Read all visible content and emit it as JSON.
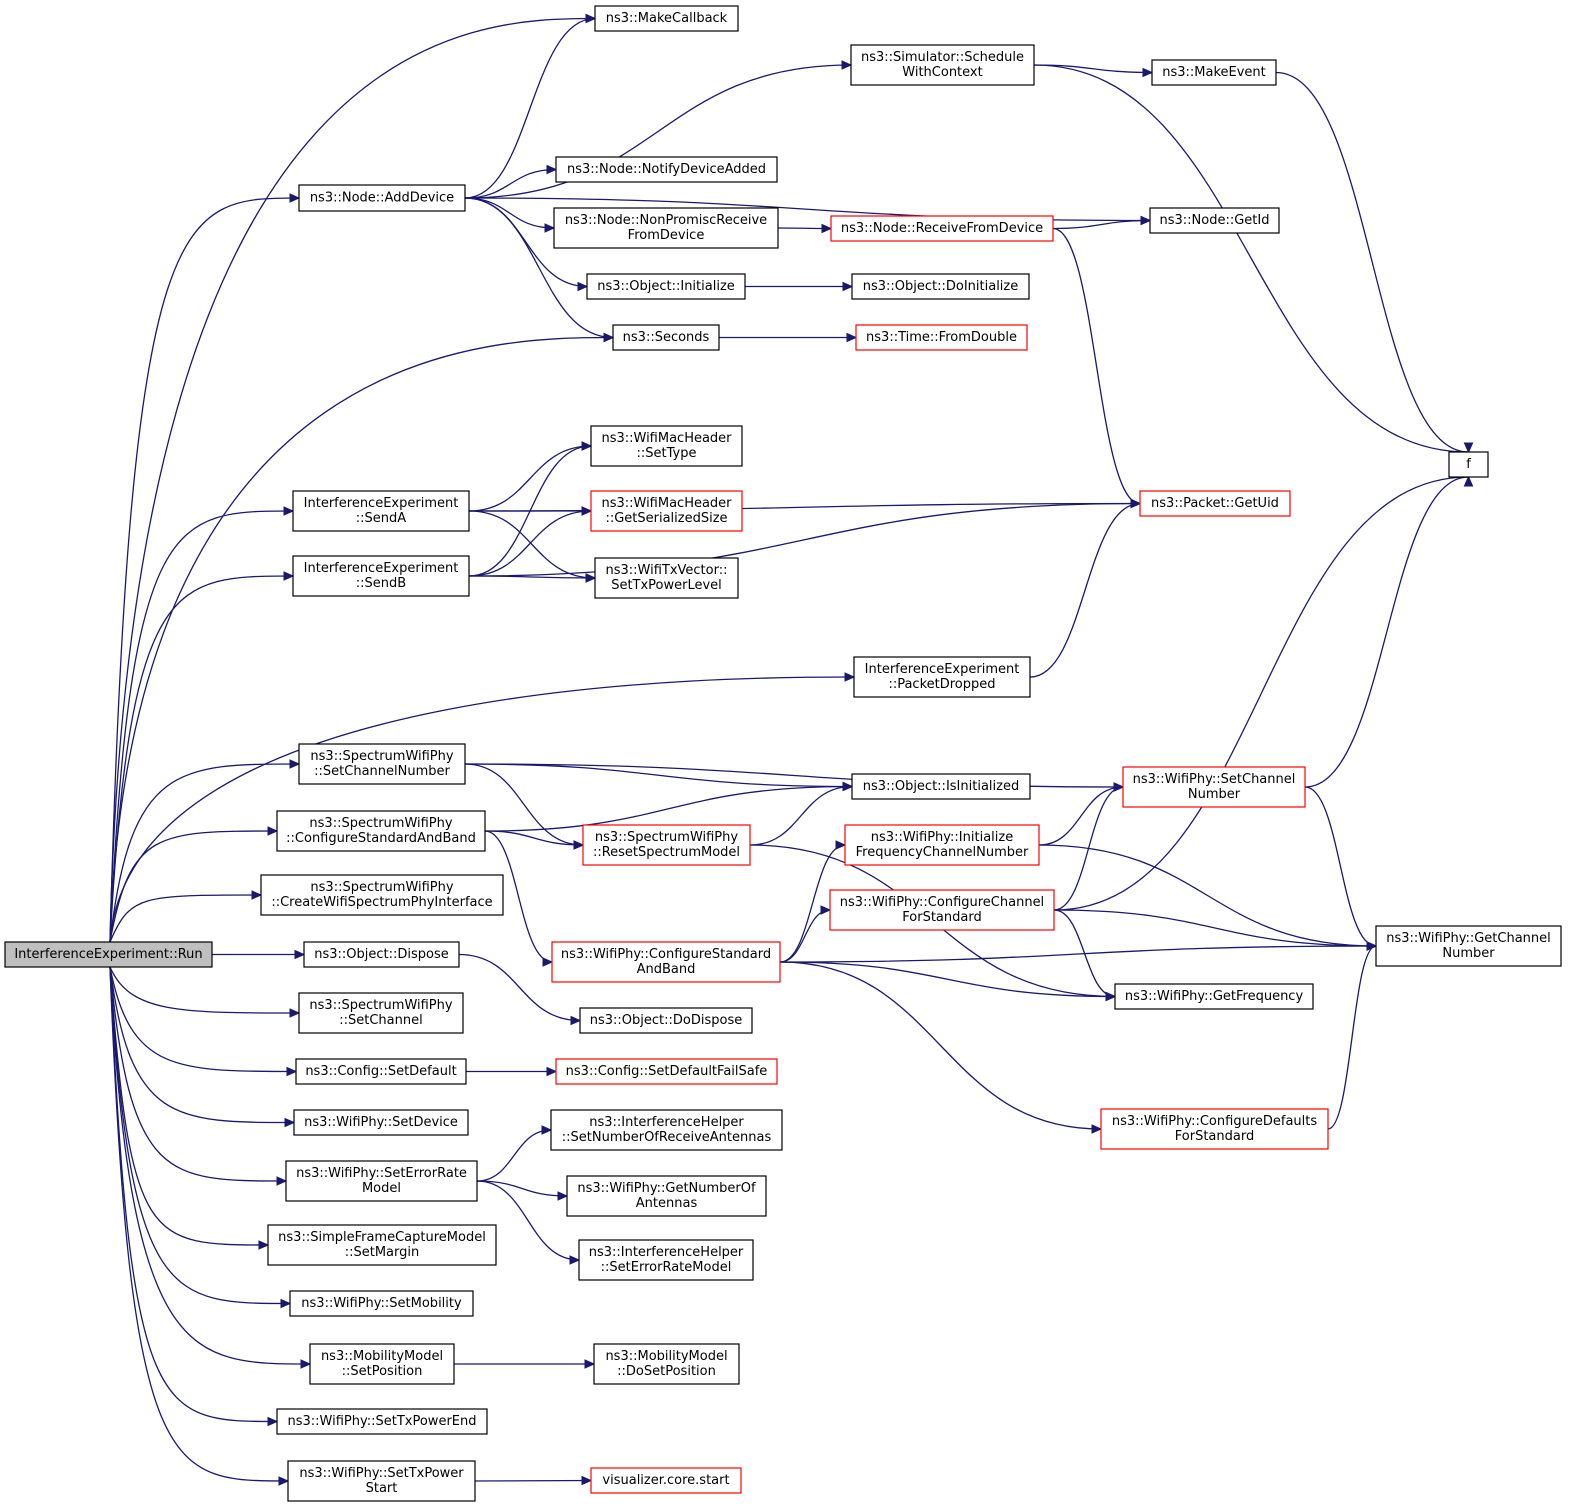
{
  "graph": {
    "root": "InterferenceExperiment::Run",
    "colors": {
      "edge": "#191970",
      "node_border": "#000000",
      "undocumented_border": "#ff0000",
      "root_fill": "#bfbfbf"
    },
    "nodes": [
      {
        "id": "run",
        "lines": [
          "InterferenceExperiment::Run"
        ],
        "root": true
      },
      {
        "id": "makecallback",
        "lines": [
          "ns3::MakeCallback"
        ]
      },
      {
        "id": "schedule",
        "lines": [
          "ns3::Simulator::Schedule",
          "WithContext"
        ]
      },
      {
        "id": "makeevent",
        "lines": [
          "ns3::MakeEvent"
        ]
      },
      {
        "id": "adddevice",
        "lines": [
          "ns3::Node::AddDevice"
        ]
      },
      {
        "id": "notify",
        "lines": [
          "ns3::Node::NotifyDeviceAdded"
        ]
      },
      {
        "id": "nonpromisc",
        "lines": [
          "ns3::Node::NonPromiscReceive",
          "FromDevice"
        ]
      },
      {
        "id": "receivefrom",
        "lines": [
          "ns3::Node::ReceiveFromDevice"
        ],
        "red": true
      },
      {
        "id": "getid",
        "lines": [
          "ns3::Node::GetId"
        ]
      },
      {
        "id": "initialize",
        "lines": [
          "ns3::Object::Initialize"
        ]
      },
      {
        "id": "doinitialize",
        "lines": [
          "ns3::Object::DoInitialize"
        ]
      },
      {
        "id": "seconds",
        "lines": [
          "ns3::Seconds"
        ]
      },
      {
        "id": "fromdouble",
        "lines": [
          "ns3::Time::FromDouble"
        ],
        "red": true
      },
      {
        "id": "f",
        "lines": [
          "f"
        ]
      },
      {
        "id": "settype",
        "lines": [
          "ns3::WifiMacHeader",
          "::SetType"
        ]
      },
      {
        "id": "sendA",
        "lines": [
          "InterferenceExperiment",
          "::SendA"
        ]
      },
      {
        "id": "getuid",
        "lines": [
          "ns3::Packet::GetUid"
        ],
        "red": true
      },
      {
        "id": "serializedsize",
        "lines": [
          "ns3::WifiMacHeader",
          "::GetSerializedSize"
        ],
        "red": true
      },
      {
        "id": "sendB",
        "lines": [
          "InterferenceExperiment",
          "::SendB"
        ]
      },
      {
        "id": "txpowerlevel",
        "lines": [
          "ns3::WifiTxVector::",
          "SetTxPowerLevel"
        ]
      },
      {
        "id": "packetdropped",
        "lines": [
          "InterferenceExperiment",
          "::PacketDropped"
        ]
      },
      {
        "id": "setchannelnumber_sw",
        "lines": [
          "ns3::SpectrumWifiPhy",
          "::SetChannelNumber"
        ]
      },
      {
        "id": "isinitialized",
        "lines": [
          "ns3::Object::IsInitialized"
        ]
      },
      {
        "id": "setchannelnumber_wp",
        "lines": [
          "ns3::WifiPhy::SetChannel",
          "Number"
        ],
        "red": true
      },
      {
        "id": "configurestdband_sw",
        "lines": [
          "ns3::SpectrumWifiPhy",
          "::ConfigureStandardAndBand"
        ]
      },
      {
        "id": "resetspectrum",
        "lines": [
          "ns3::SpectrumWifiPhy",
          "::ResetSpectrumModel"
        ],
        "red": true
      },
      {
        "id": "initfreq",
        "lines": [
          "ns3::WifiPhy::Initialize",
          "FrequencyChannelNumber"
        ],
        "red": true
      },
      {
        "id": "createiface",
        "lines": [
          "ns3::SpectrumWifiPhy",
          "::CreateWifiSpectrumPhyInterface"
        ]
      },
      {
        "id": "configurechannel",
        "lines": [
          "ns3::WifiPhy::ConfigureChannel",
          "ForStandard"
        ],
        "red": true
      },
      {
        "id": "getchannelnumber",
        "lines": [
          "ns3::WifiPhy::GetChannel",
          "Number"
        ]
      },
      {
        "id": "dispose",
        "lines": [
          "ns3::Object::Dispose"
        ]
      },
      {
        "id": "configurestdband_wp",
        "lines": [
          "ns3::WifiPhy::ConfigureStandard",
          "AndBand"
        ],
        "red": true
      },
      {
        "id": "getfrequency",
        "lines": [
          "ns3::WifiPhy::GetFrequency"
        ]
      },
      {
        "id": "setchannel",
        "lines": [
          "ns3::SpectrumWifiPhy",
          "::SetChannel"
        ]
      },
      {
        "id": "dodispose",
        "lines": [
          "ns3::Object::DoDispose"
        ]
      },
      {
        "id": "setdefault",
        "lines": [
          "ns3::Config::SetDefault"
        ]
      },
      {
        "id": "setdefaultfailsafe",
        "lines": [
          "ns3::Config::SetDefaultFailSafe"
        ],
        "red": true
      },
      {
        "id": "setdevice",
        "lines": [
          "ns3::WifiPhy::SetDevice"
        ]
      },
      {
        "id": "configuredefaults",
        "lines": [
          "ns3::WifiPhy::ConfigureDefaults",
          "ForStandard"
        ],
        "red": true
      },
      {
        "id": "setnumrxant",
        "lines": [
          "ns3::InterferenceHelper",
          "::SetNumberOfReceiveAntennas"
        ]
      },
      {
        "id": "seterrorratemodel_wp",
        "lines": [
          "ns3::WifiPhy::SetErrorRate",
          "Model"
        ]
      },
      {
        "id": "getnumant",
        "lines": [
          "ns3::WifiPhy::GetNumberOf",
          "Antennas"
        ]
      },
      {
        "id": "setmargin",
        "lines": [
          "ns3::SimpleFrameCaptureModel",
          "::SetMargin"
        ]
      },
      {
        "id": "seterrorratemodel_ih",
        "lines": [
          "ns3::InterferenceHelper",
          "::SetErrorRateModel"
        ]
      },
      {
        "id": "setmobility",
        "lines": [
          "ns3::WifiPhy::SetMobility"
        ]
      },
      {
        "id": "setposition",
        "lines": [
          "ns3::MobilityModel",
          "::SetPosition"
        ]
      },
      {
        "id": "dosetposition",
        "lines": [
          "ns3::MobilityModel",
          "::DoSetPosition"
        ]
      },
      {
        "id": "settxpowerend",
        "lines": [
          "ns3::WifiPhy::SetTxPowerEnd"
        ]
      },
      {
        "id": "settxpowerstart",
        "lines": [
          "ns3::WifiPhy::SetTxPower",
          "Start"
        ]
      },
      {
        "id": "vizstart",
        "lines": [
          "visualizer.core.start"
        ],
        "red": true
      }
    ],
    "edges": [
      [
        "run",
        "makecallback"
      ],
      [
        "run",
        "adddevice"
      ],
      [
        "run",
        "seconds"
      ],
      [
        "run",
        "sendA"
      ],
      [
        "run",
        "sendB"
      ],
      [
        "run",
        "packetdropped"
      ],
      [
        "run",
        "setchannelnumber_sw"
      ],
      [
        "run",
        "configurestdband_sw"
      ],
      [
        "run",
        "createiface"
      ],
      [
        "run",
        "dispose"
      ],
      [
        "run",
        "setchannel"
      ],
      [
        "run",
        "setdefault"
      ],
      [
        "run",
        "setdevice"
      ],
      [
        "run",
        "seterrorratemodel_wp"
      ],
      [
        "run",
        "setmargin"
      ],
      [
        "run",
        "setmobility"
      ],
      [
        "run",
        "setposition"
      ],
      [
        "run",
        "settxpowerend"
      ],
      [
        "run",
        "settxpowerstart"
      ],
      [
        "adddevice",
        "makecallback"
      ],
      [
        "adddevice",
        "schedule"
      ],
      [
        "adddevice",
        "getid"
      ],
      [
        "adddevice",
        "notify"
      ],
      [
        "adddevice",
        "nonpromisc"
      ],
      [
        "adddevice",
        "initialize"
      ],
      [
        "adddevice",
        "seconds"
      ],
      [
        "schedule",
        "makeevent"
      ],
      [
        "schedule",
        "f"
      ],
      [
        "makeevent",
        "f"
      ],
      [
        "nonpromisc",
        "receivefrom"
      ],
      [
        "receivefrom",
        "getid"
      ],
      [
        "receivefrom",
        "getuid"
      ],
      [
        "initialize",
        "doinitialize"
      ],
      [
        "seconds",
        "fromdouble"
      ],
      [
        "sendA",
        "settype"
      ],
      [
        "sendA",
        "serializedsize"
      ],
      [
        "sendA",
        "txpowerlevel"
      ],
      [
        "sendA",
        "getuid"
      ],
      [
        "sendB",
        "settype"
      ],
      [
        "sendB",
        "serializedsize"
      ],
      [
        "sendB",
        "txpowerlevel"
      ],
      [
        "sendB",
        "getuid"
      ],
      [
        "packetdropped",
        "getuid"
      ],
      [
        "setchannelnumber_sw",
        "setchannelnumber_wp"
      ],
      [
        "setchannelnumber_sw",
        "isinitialized"
      ],
      [
        "setchannelnumber_sw",
        "resetspectrum"
      ],
      [
        "setchannelnumber_wp",
        "f"
      ],
      [
        "setchannelnumber_wp",
        "getchannelnumber"
      ],
      [
        "configurestdband_sw",
        "resetspectrum"
      ],
      [
        "configurestdband_sw",
        "isinitialized"
      ],
      [
        "configurestdband_sw",
        "configurestdband_wp"
      ],
      [
        "resetspectrum",
        "isinitialized"
      ],
      [
        "resetspectrum",
        "getfrequency"
      ],
      [
        "initfreq",
        "setchannelnumber_wp"
      ],
      [
        "initfreq",
        "getchannelnumber"
      ],
      [
        "configurechannel",
        "setchannelnumber_wp"
      ],
      [
        "configurechannel",
        "f"
      ],
      [
        "configurechannel",
        "getchannelnumber"
      ],
      [
        "configurechannel",
        "getfrequency"
      ],
      [
        "configurestdband_wp",
        "initfreq"
      ],
      [
        "configurestdband_wp",
        "configurechannel"
      ],
      [
        "configurestdband_wp",
        "getfrequency"
      ],
      [
        "configurestdband_wp",
        "getchannelnumber"
      ],
      [
        "configurestdband_wp",
        "configuredefaults"
      ],
      [
        "configuredefaults",
        "getchannelnumber"
      ],
      [
        "dispose",
        "dodispose"
      ],
      [
        "setdefault",
        "setdefaultfailsafe"
      ],
      [
        "seterrorratemodel_wp",
        "setnumrxant"
      ],
      [
        "seterrorratemodel_wp",
        "getnumant"
      ],
      [
        "seterrorratemodel_wp",
        "seterrorratemodel_ih"
      ],
      [
        "setposition",
        "dosetposition"
      ],
      [
        "settxpowerstart",
        "vizstart"
      ]
    ]
  }
}
